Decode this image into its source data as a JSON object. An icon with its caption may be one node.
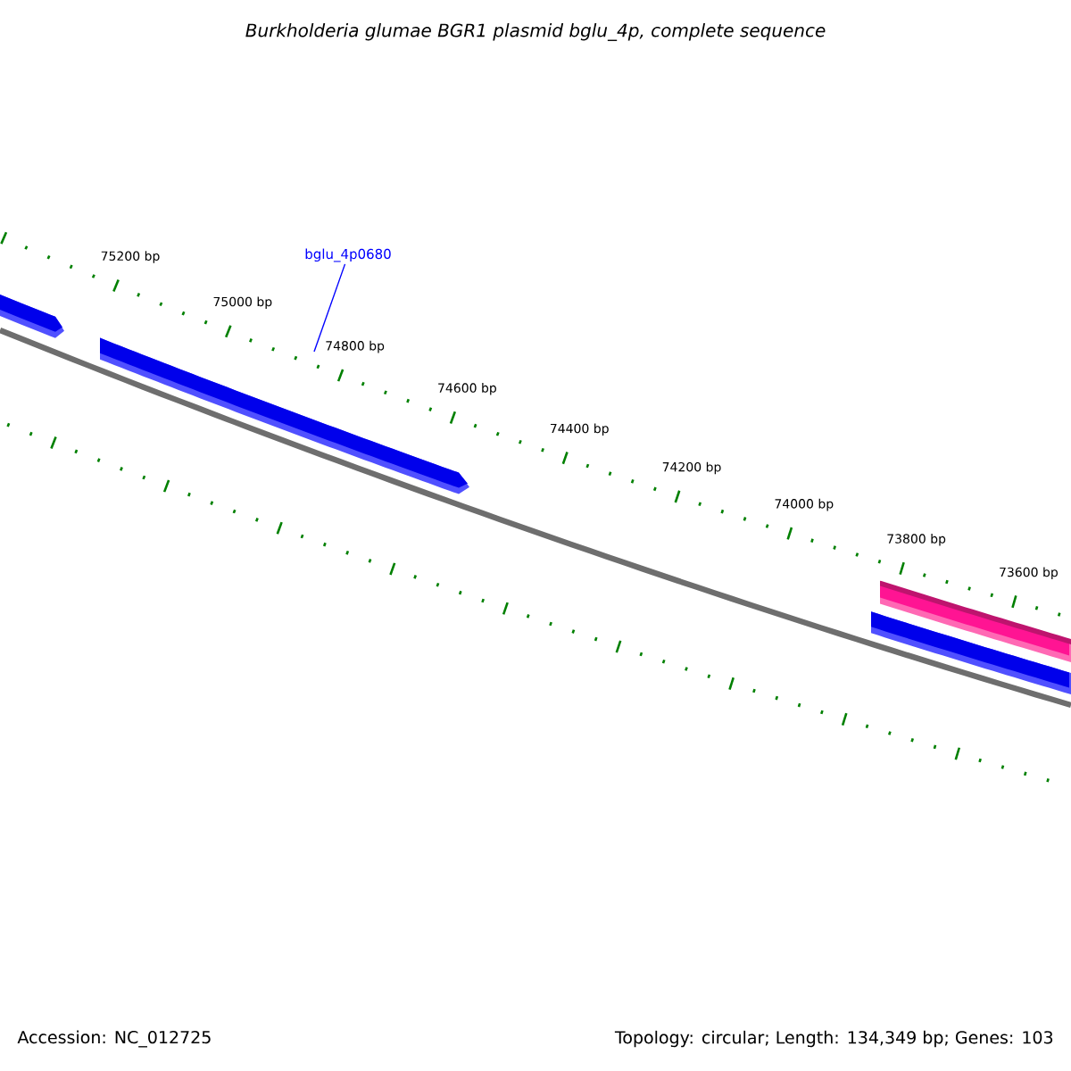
{
  "diagram": {
    "title": "Burkholderia glumae BGR1 plasmid bglu_4p, complete sequence",
    "nodes": [
      {
        "text": [
          "bglu_4p0680"
        ]
      },
      {
        "text": [],
        "shape": "bar"
      }
    ],
    "edges": [
      {
        "from": 0,
        "to": 1,
        "arrow": "none"
      }
    ],
    "labels": [
      "75200 bp",
      "75000 bp",
      "74800 bp",
      "74600 bp",
      "74400 bp",
      "74200 bp",
      "74000 bp",
      "73800 bp",
      "73600 bp",
      "Accession: NC_012725",
      "Topology: circular; Length: 134,349 bp; Genes: 103"
    ]
  }
}
